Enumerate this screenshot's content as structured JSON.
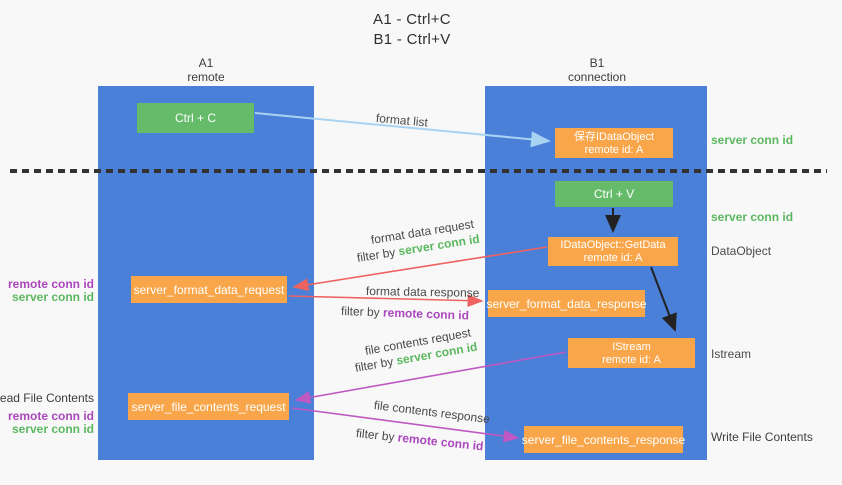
{
  "title": {
    "line1": "A1 - Ctrl+C",
    "line2": "B1 - Ctrl+V"
  },
  "lanes": {
    "left": {
      "name": "A1",
      "role": "remote"
    },
    "right": {
      "name": "B1",
      "role": "connection"
    }
  },
  "nodes": {
    "ctrl_c": {
      "label": "Ctrl + C"
    },
    "save_dataobject": {
      "line1": "保存IDataObject",
      "line2": "remote id: A"
    },
    "ctrl_v": {
      "label": "Ctrl + V"
    },
    "getdata": {
      "line1": "IDataObject::GetData",
      "line2": "remote id: A"
    },
    "istream_obj": {
      "line1": "IStream",
      "line2": "remote id: A"
    },
    "server_format_data_request": {
      "label": "server_format_data_request"
    },
    "server_format_data_response": {
      "label": "server_format_data_response"
    },
    "server_file_contents_request": {
      "label": "server_file_contents_request"
    },
    "server_file_contents_response": {
      "label": "server_file_contents_response"
    }
  },
  "flow_labels": {
    "format_list": "format list",
    "format_data_request": "format data request",
    "format_data_response": "format data response",
    "file_contents_request": "file contents request",
    "file_contents_response": "file contents response",
    "filter_by": "filter by",
    "server_conn_id": "server conn id",
    "remote_conn_id": "remote conn id"
  },
  "side_labels": {
    "right_server_conn_id_1": "server conn id",
    "right_server_conn_id_2": "server conn id",
    "dataobject": "DataObject",
    "istream": "Istream",
    "write_file_contents": "Write File Contents",
    "left_remote_conn_id": "remote conn id",
    "left_server_conn_id": "server conn id",
    "read_file_contents": "Read File Contents"
  },
  "colors": {
    "lane_blue": "#4a80d8",
    "box_green": "#66bb6b",
    "box_orange": "#f9a64b",
    "arrow_lightblue": "#a9d3f2",
    "arrow_red": "#ee6361",
    "arrow_magenta": "#bf58c2",
    "arrow_black": "#222222",
    "text_green": "#5cb860",
    "text_purple": "#ab47bc",
    "divider": "#333333",
    "background": "#f8f8f8"
  }
}
